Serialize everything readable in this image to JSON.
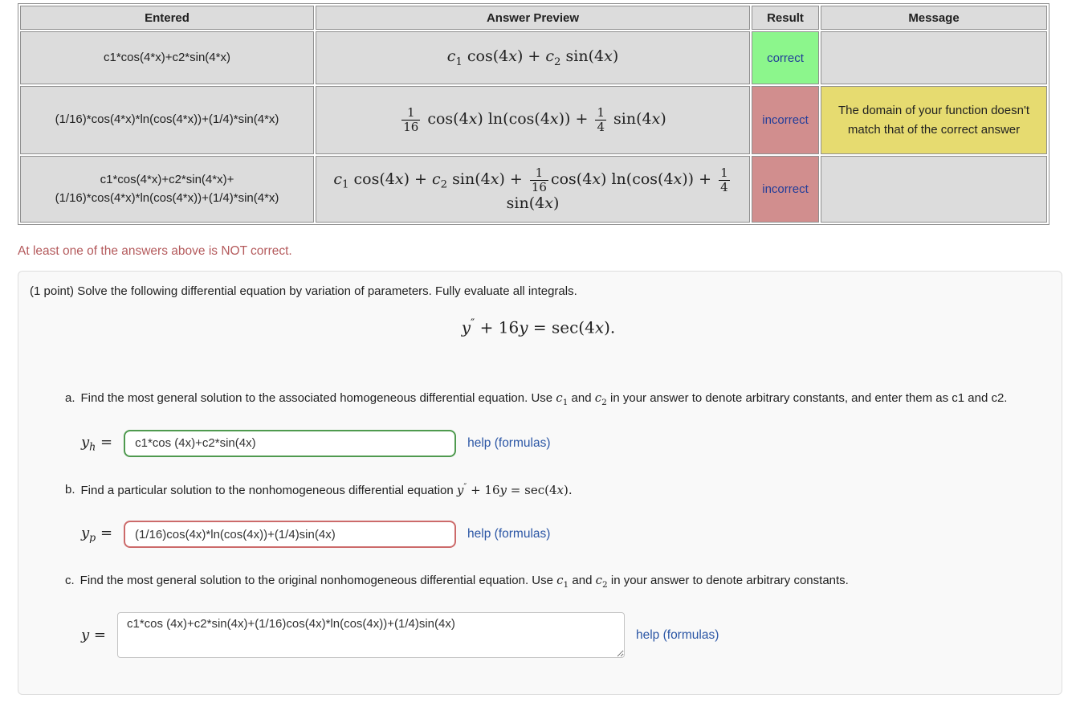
{
  "colors": {
    "correct_bg": "#8cf68c",
    "incorrect_bg": "#d18e8e",
    "message_bg": "#e6db70",
    "result_text": "#223d99",
    "warning_text": "#b45a5c",
    "link": "#2b56a5",
    "input_correct_border": "#4f9a4f",
    "input_incorrect_border": "#cc6a6a"
  },
  "results_table": {
    "headers": {
      "entered": "Entered",
      "preview": "Answer Preview",
      "result": "Result",
      "message": "Message"
    },
    "rows": [
      {
        "entered": [
          "c1*cos(4*x)+c2*sin(4*x)"
        ],
        "preview": [
          {
            "k": "i",
            "v": "c"
          },
          {
            "k": "sub",
            "v": "1"
          },
          {
            "k": "r",
            "v": " cos(4"
          },
          {
            "k": "i",
            "v": "x"
          },
          {
            "k": "r",
            "v": ") + "
          },
          {
            "k": "i",
            "v": "c"
          },
          {
            "k": "sub",
            "v": "2"
          },
          {
            "k": "r",
            "v": " sin(4"
          },
          {
            "k": "i",
            "v": "x"
          },
          {
            "k": "r",
            "v": ")"
          }
        ],
        "result": "correct",
        "message": ""
      },
      {
        "entered": [
          "(1/16)*cos(4*x)*ln(cos(4*x))+(1/4)*sin(4*x)"
        ],
        "preview": [
          {
            "k": "f",
            "n": "1",
            "d": "16"
          },
          {
            "k": "r",
            "v": " cos(4"
          },
          {
            "k": "i",
            "v": "x"
          },
          {
            "k": "r",
            "v": ") ln(cos(4"
          },
          {
            "k": "i",
            "v": "x"
          },
          {
            "k": "r",
            "v": ")) + "
          },
          {
            "k": "f",
            "n": "1",
            "d": "4"
          },
          {
            "k": "r",
            "v": " sin(4"
          },
          {
            "k": "i",
            "v": "x"
          },
          {
            "k": "r",
            "v": ")"
          }
        ],
        "result": "incorrect",
        "message": "The domain of your function doesn't match that of the correct answer"
      },
      {
        "entered": [
          "c1*cos(4*x)+c2*sin(4*x)+",
          "(1/16)*cos(4*x)*ln(cos(4*x))+(1/4)*sin(4*x)"
        ],
        "preview": [
          {
            "k": "i",
            "v": "c"
          },
          {
            "k": "sub",
            "v": "1"
          },
          {
            "k": "r",
            "v": " cos(4"
          },
          {
            "k": "i",
            "v": "x"
          },
          {
            "k": "r",
            "v": ") + "
          },
          {
            "k": "i",
            "v": "c"
          },
          {
            "k": "sub",
            "v": "2"
          },
          {
            "k": "r",
            "v": " sin(4"
          },
          {
            "k": "i",
            "v": "x"
          },
          {
            "k": "r",
            "v": ") + "
          },
          {
            "k": "f",
            "n": "1",
            "d": "16"
          },
          {
            "k": "r",
            "v": "cos(4"
          },
          {
            "k": "i",
            "v": "x"
          },
          {
            "k": "r",
            "v": ") ln(cos(4"
          },
          {
            "k": "i",
            "v": "x"
          },
          {
            "k": "r",
            "v": ")) + "
          },
          {
            "k": "f",
            "n": "1",
            "d": "4"
          },
          {
            "k": "r",
            "v": "sin(4"
          },
          {
            "k": "i",
            "v": "x"
          },
          {
            "k": "r",
            "v": ")"
          }
        ],
        "result": "incorrect",
        "message": ""
      }
    ]
  },
  "warning": "At least one of the answers above is NOT correct.",
  "problem": {
    "intro": "(1 point) Solve the following differential equation by variation of parameters. Fully evaluate all integrals.",
    "equation": [
      {
        "k": "i",
        "v": "y"
      },
      {
        "k": "sup",
        "v": "″"
      },
      {
        "k": "r",
        "v": " + 16"
      },
      {
        "k": "i",
        "v": "y"
      },
      {
        "k": "r",
        "v": " = sec(4"
      },
      {
        "k": "i",
        "v": "x"
      },
      {
        "k": "r",
        "v": ")."
      }
    ]
  },
  "inline_math": {
    "c1": [
      {
        "k": "i",
        "v": "c"
      },
      {
        "k": "sub",
        "v": "1"
      }
    ],
    "c2": [
      {
        "k": "i",
        "v": "c"
      },
      {
        "k": "sub",
        "v": "2"
      }
    ],
    "ode": [
      {
        "k": "i",
        "v": "y"
      },
      {
        "k": "sup",
        "v": "″"
      },
      {
        "k": "r",
        "v": " + 16"
      },
      {
        "k": "i",
        "v": "y"
      },
      {
        "k": "r",
        "v": " = sec(4"
      },
      {
        "k": "i",
        "v": "x"
      },
      {
        "k": "r",
        "v": ")."
      }
    ]
  },
  "parts": {
    "a": {
      "label": "a.",
      "text": "Find the most general solution to the associated homogeneous differential equation. Use {{c1}} and {{c2}} in your answer to denote arbitrary constants, and enter them as c1 and c2.",
      "field": {
        "label": [
          {
            "k": "i",
            "v": "y"
          },
          {
            "k": "sub",
            "v": "h"
          },
          {
            "k": "r",
            "v": " = "
          }
        ],
        "value": "c1*cos (4x)+c2*sin(4x)",
        "status": "correct",
        "help": "help (formulas)"
      }
    },
    "b": {
      "label": "b.",
      "text": "Find a particular solution to the nonhomogeneous differential equation {{ode}}",
      "field": {
        "label": [
          {
            "k": "i",
            "v": "y"
          },
          {
            "k": "sub",
            "v": "p"
          },
          {
            "k": "r",
            "v": " = "
          }
        ],
        "value": "(1/16)cos(4x)*ln(cos(4x))+(1/4)sin(4x)",
        "status": "incorrect",
        "help": "help (formulas)"
      }
    },
    "c": {
      "label": "c.",
      "text": "Find the most general solution to the original nonhomogeneous differential equation. Use {{c1}} and {{c2}} in your answer to denote arbitrary constants.",
      "field": {
        "label": [
          {
            "k": "i",
            "v": "y"
          },
          {
            "k": "r",
            "v": " = "
          }
        ],
        "value": "c1*cos (4x)+c2*sin(4x)+(1/16)cos(4x)*ln(cos(4x))+(1/4)sin(4x)",
        "status": "neutral",
        "help": "help (formulas)"
      }
    }
  }
}
